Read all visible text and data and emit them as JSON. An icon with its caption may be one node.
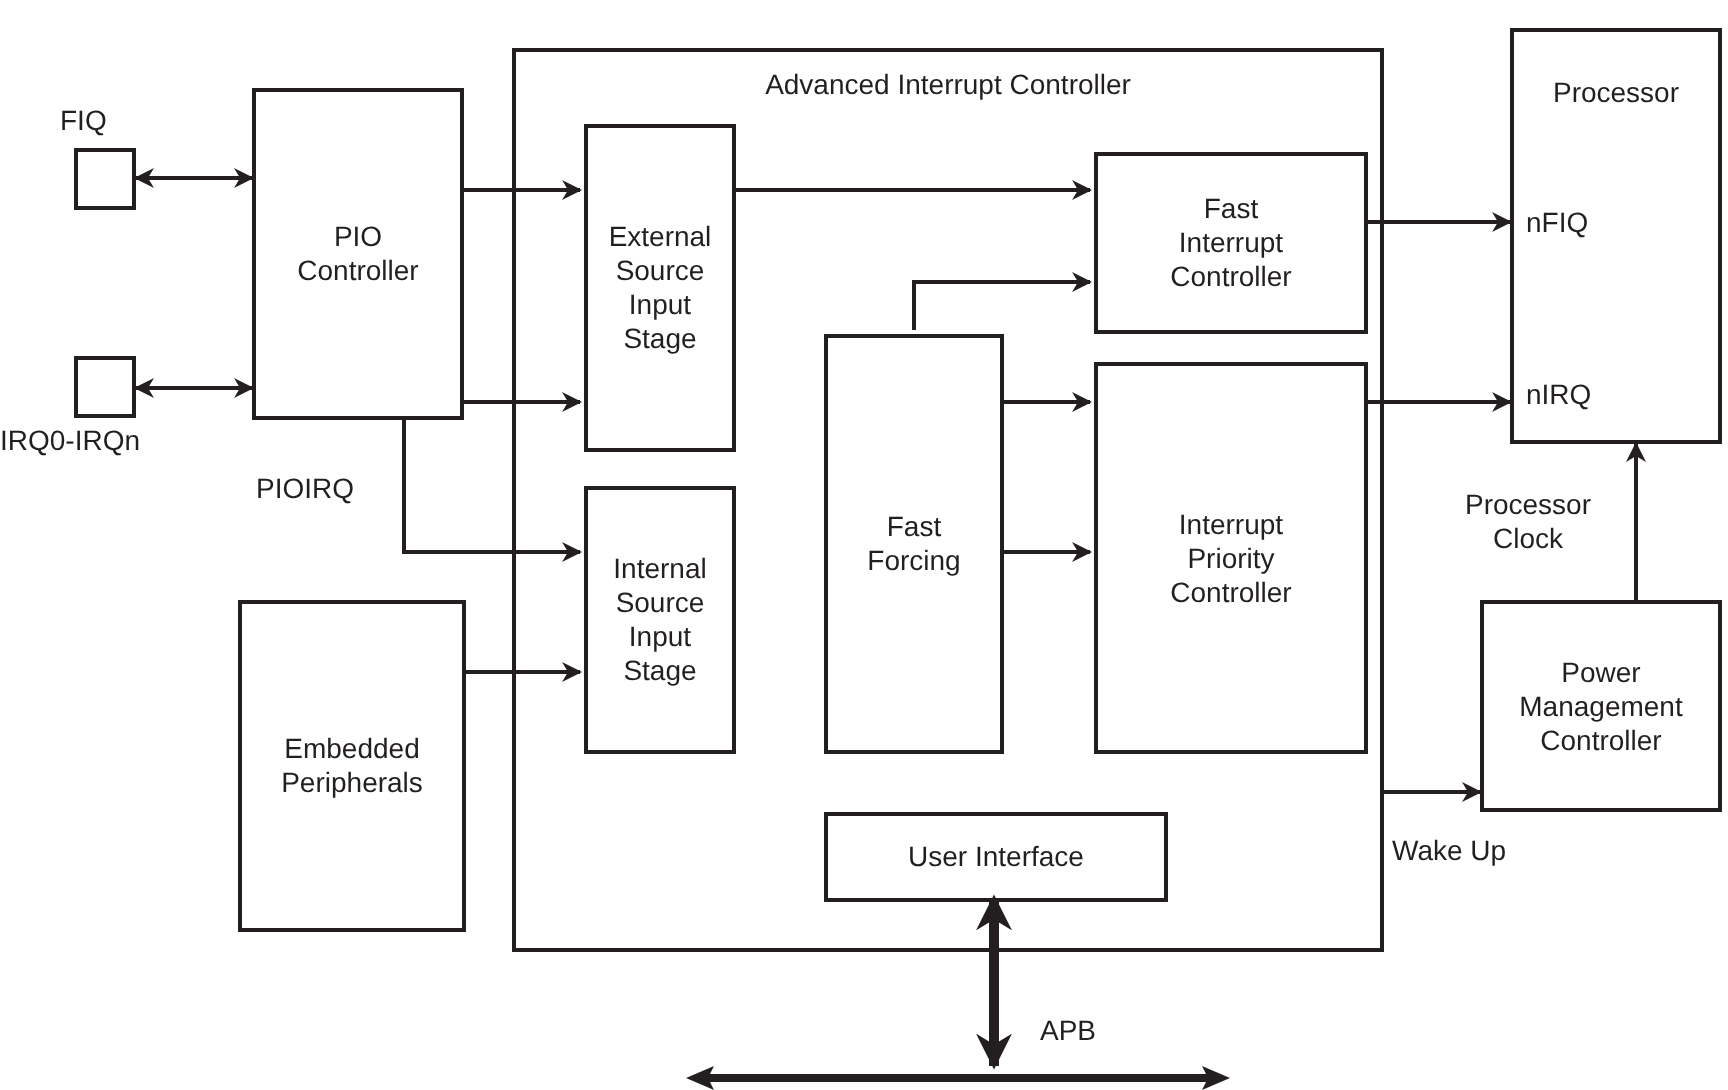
{
  "diagram": {
    "nodes": [
      {
        "text": [],
        "shape": "box",
        "beside": [
          "FIQ"
        ]
      },
      {
        "text": [],
        "shape": "box",
        "beside": [
          "IRQ0-IRQn"
        ]
      },
      {
        "text": [
          "PIO Controller"
        ]
      },
      {
        "text": [
          "Advanced Interrupt Controller"
        ]
      },
      {
        "text": [
          "External Source Input Stage"
        ],
        "in": 3
      },
      {
        "text": [
          "Internal Source Input Stage"
        ],
        "in": 3
      },
      {
        "text": [
          "Fast Forcing"
        ],
        "in": 3
      },
      {
        "text": [
          "Fast Interrupt Controller"
        ],
        "in": 3
      },
      {
        "text": [
          "Interrupt Priority Controller"
        ],
        "in": 3
      },
      {
        "text": [
          "User Interface"
        ],
        "in": 3
      },
      {
        "text": [
          "Embedded Peripherals"
        ]
      },
      {
        "text": [
          "Processor",
          "nFIQ",
          "nIRQ"
        ]
      },
      {
        "text": [
          "Power Management Controller"
        ]
      },
      {
        "text": [],
        "shape": "bar"
      }
    ],
    "edges": [
      {
        "from": 0,
        "to": 2,
        "arrow": "both"
      },
      {
        "from": 1,
        "to": 2,
        "arrow": "both"
      },
      {
        "from": 2,
        "to": 4,
        "arrow": "to"
      },
      {
        "from": 2,
        "to": 4,
        "arrow": "to"
      },
      {
        "from": 2,
        "to": 5,
        "arrow": "to",
        "label": "PIOIRQ"
      },
      {
        "from": 10,
        "to": 5,
        "arrow": "to"
      },
      {
        "from": 4,
        "to": 7,
        "arrow": "to"
      },
      {
        "from": 6,
        "to": 7,
        "arrow": "to"
      },
      {
        "from": 6,
        "to": 8,
        "arrow": "to"
      },
      {
        "from": 6,
        "to": 8,
        "arrow": "to"
      },
      {
        "from": 7,
        "to": 11,
        "arrow": "to"
      },
      {
        "from": 8,
        "to": 11,
        "arrow": "to"
      },
      {
        "from": 3,
        "to": 12,
        "arrow": "to",
        "label": "Wake Up"
      },
      {
        "from": 12,
        "to": 11,
        "arrow": "to",
        "label": "Processor Clock"
      },
      {
        "from": 9,
        "to": 13,
        "arrow": "both",
        "label": "APB",
        "style": "thick"
      }
    ]
  }
}
